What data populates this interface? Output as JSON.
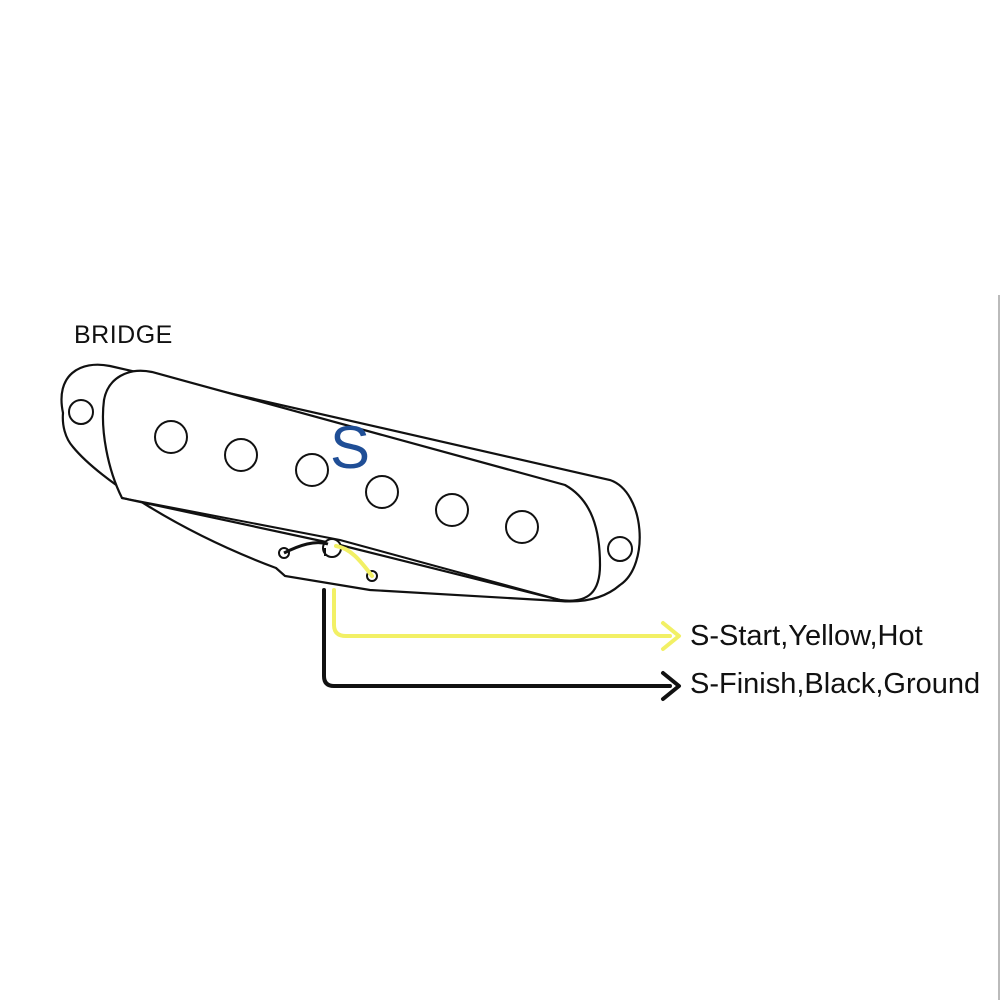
{
  "diagram": {
    "bridge_label": "BRIDGE",
    "pickup_letter": "S",
    "wires": [
      {
        "label": "S-Start,Yellow,Hot",
        "color": "#f2f065"
      },
      {
        "label": "S-Finish,Black,Ground",
        "color": "#111111"
      }
    ],
    "colors": {
      "outline": "#111111",
      "letter": "#1f4e96",
      "hot_wire": "#f2f065",
      "ground_wire": "#111111"
    }
  }
}
